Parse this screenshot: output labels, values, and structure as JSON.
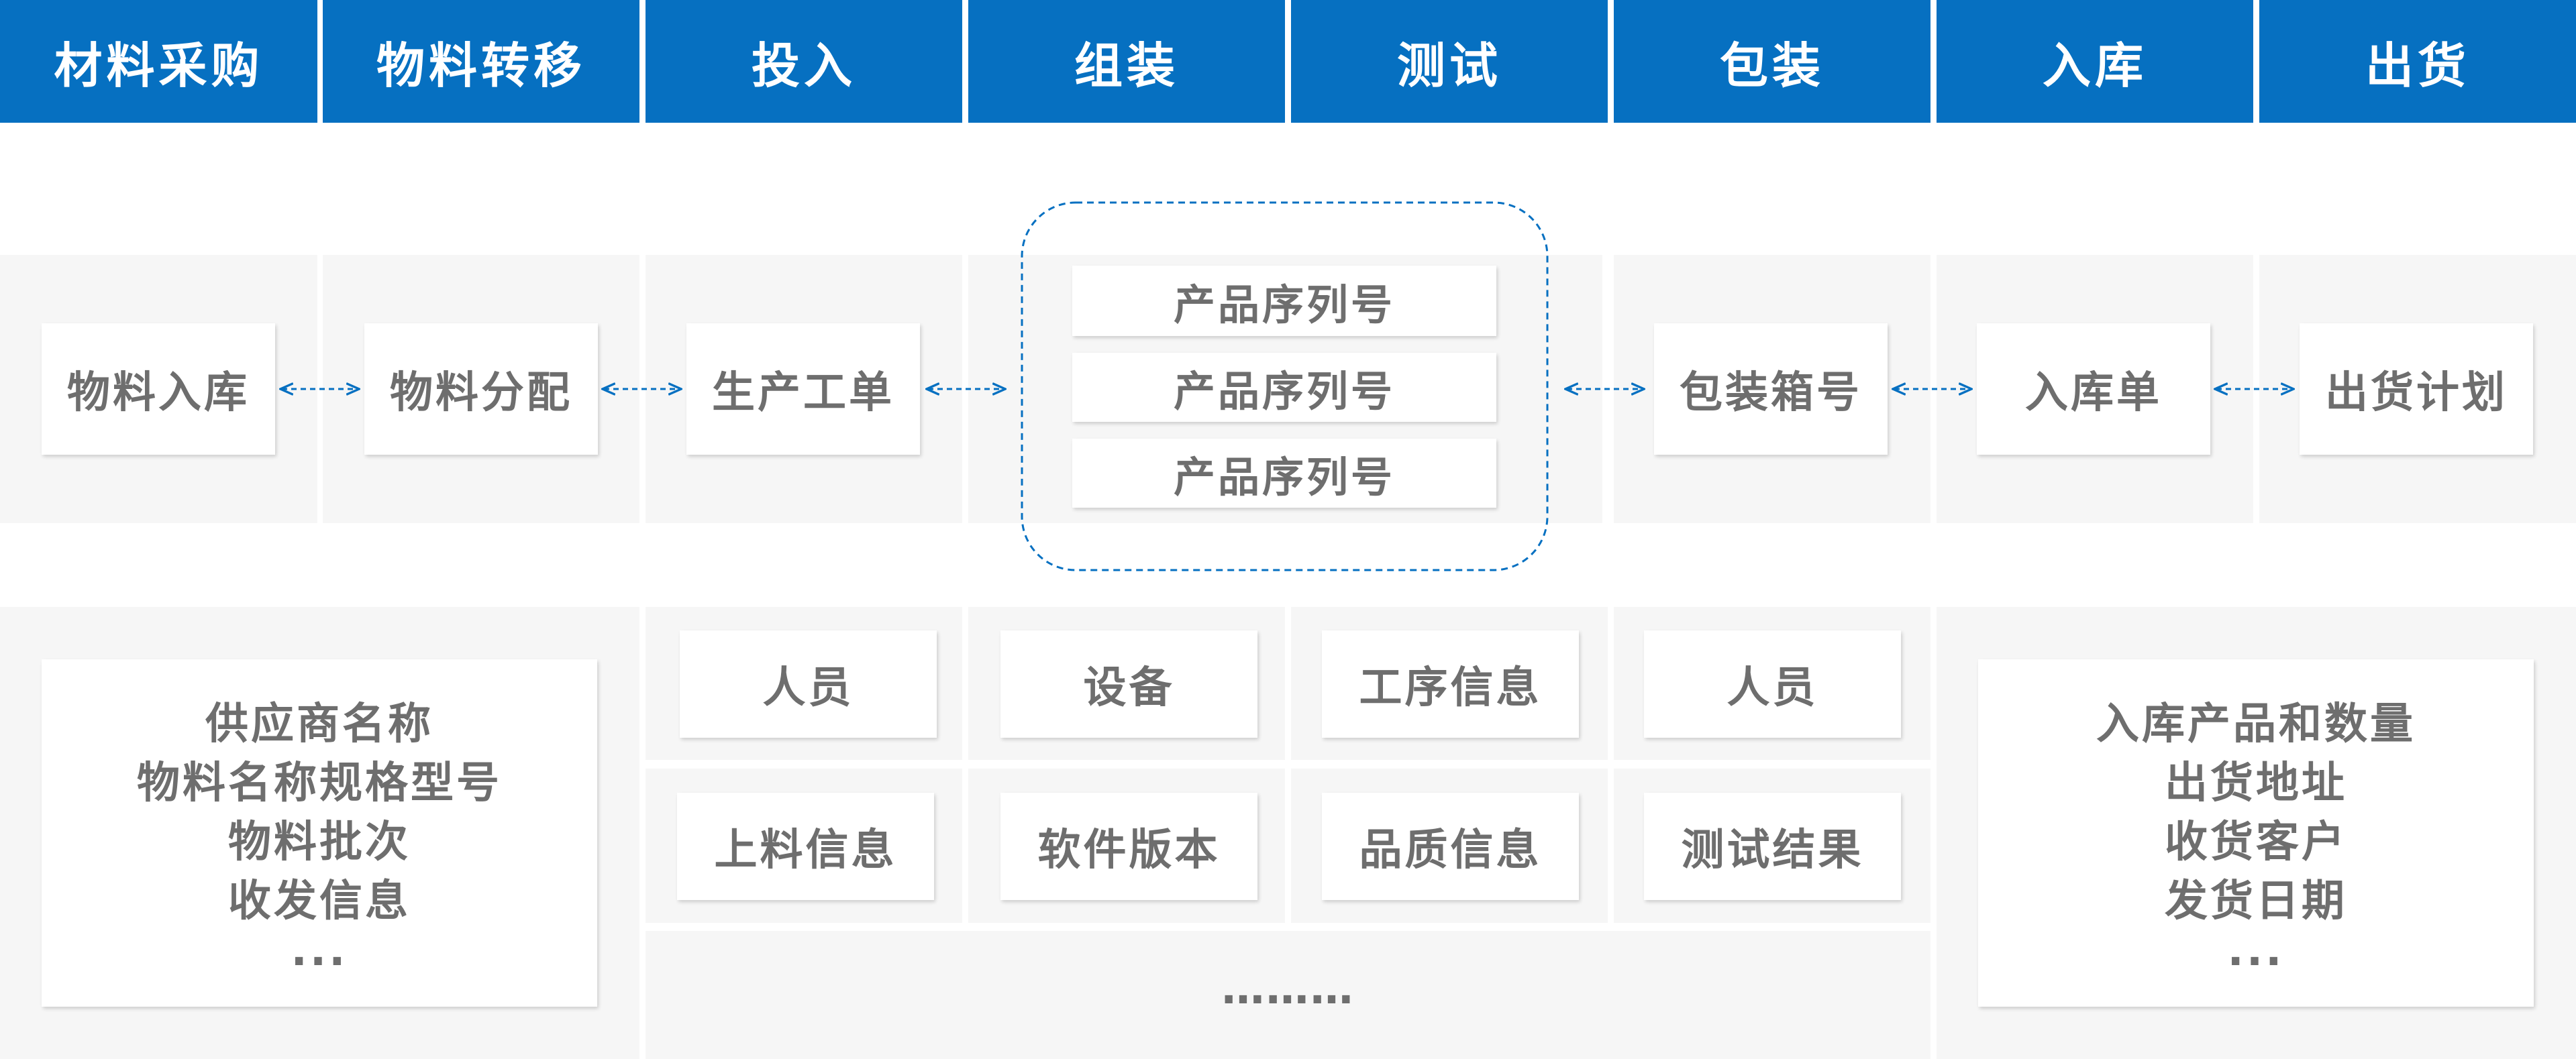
{
  "stages": [
    "材料采购",
    "物料转移",
    "投入",
    "组装",
    "测试",
    "包装",
    "入库",
    "出货"
  ],
  "flow": {
    "material_inbound": "物料入库",
    "material_allocation": "物料分配",
    "work_order": "生产工单",
    "serial_numbers": [
      "产品序列号",
      "产品序列号",
      "产品序列号"
    ],
    "package_box": "包装箱号",
    "warehouse_receipt": "入库单",
    "shipping_plan": "出货计划"
  },
  "details": {
    "supplier_info": [
      "供应商名称",
      "物料名称规格型号",
      "物料批次",
      "收发信息",
      "..."
    ],
    "grid_row1": [
      "人员",
      "设备",
      "工序信息",
      "人员"
    ],
    "grid_row2": [
      "上料信息",
      "软件版本",
      "品质信息",
      "测试结果"
    ],
    "grid_more": "………",
    "shipping_info": [
      "入库产品和数量",
      "出货地址",
      "收货客户",
      "发货日期",
      "..."
    ]
  },
  "colors": {
    "header_bg": "#0670c1",
    "header_text": "#ffffff",
    "band_bg": "#f6f6f6",
    "box_text": "#6e6e6e",
    "connector": "#0670c1"
  }
}
